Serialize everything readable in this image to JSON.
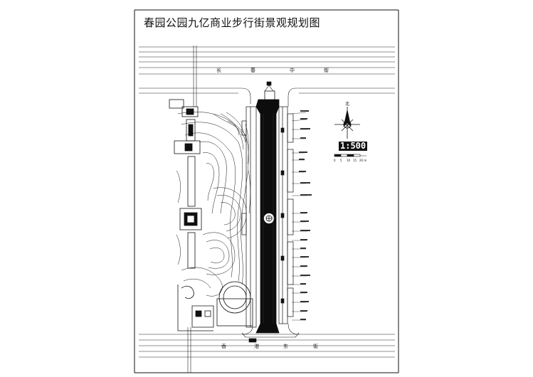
{
  "drawing": {
    "title": "春园公园九亿商业步行街景观规划图",
    "scale": "1:500",
    "north_label": "北",
    "street_top_chars": [
      "长",
      "春",
      "中",
      "街"
    ],
    "street_bottom_chars": [
      "香",
      "港",
      "东",
      "街"
    ],
    "scale_bar_ticks": [
      "0",
      "5",
      "10",
      "15",
      "20 m"
    ]
  },
  "colors": {
    "line": "#111111",
    "fill_dark": "#0d0d0d",
    "paper": "#ffffff"
  },
  "icons": [
    "north-arrow-icon",
    "fountain-icon"
  ]
}
